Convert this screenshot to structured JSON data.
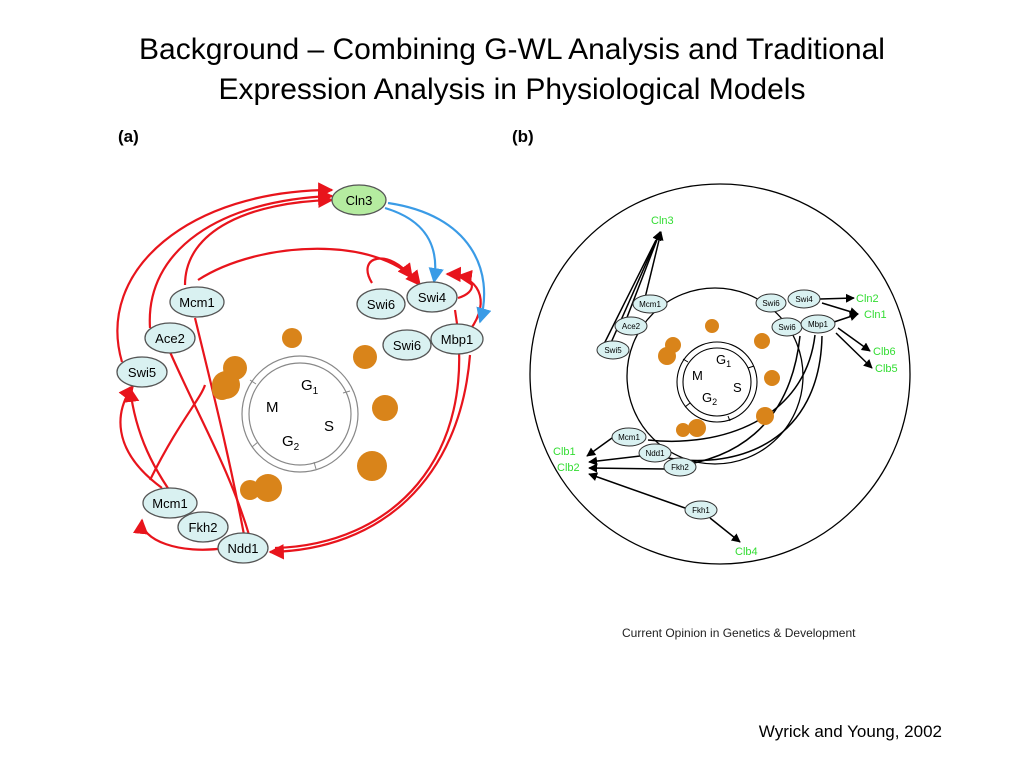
{
  "title": {
    "line1": "Background – Combining G-WL Analysis and Traditional",
    "line2": "Expression Analysis in Physiological Models"
  },
  "panel_a": {
    "label": "(a)",
    "nodes": {
      "cln3": "Cln3",
      "mcm1_top": "Mcm1",
      "ace2": "Ace2",
      "swi5": "Swi5",
      "swi6_top": "Swi6",
      "swi4": "Swi4",
      "swi6_bottom": "Swi6",
      "mbp1": "Mbp1",
      "mcm1_bottom": "Mcm1",
      "fkh2": "Fkh2",
      "ndd1": "Ndd1"
    },
    "cycle": {
      "g1": "G",
      "g1_sub": "1",
      "s": "S",
      "g2": "G",
      "g2_sub": "2",
      "m": "M"
    }
  },
  "panel_b": {
    "label": "(b)",
    "nodes": {
      "mcm1_top": "Mcm1",
      "ace2": "Ace2",
      "swi5": "Swi5",
      "swi6_top": "Swi6",
      "swi4": "Swi4",
      "swi6_bottom": "Swi6",
      "mbp1": "Mbp1",
      "mcm1_bottom": "Mcm1",
      "ndd1": "Ndd1",
      "fkh2": "Fkh2",
      "fkh1": "Fkh1"
    },
    "targets": {
      "cln3": "Cln3",
      "cln2": "Cln2",
      "cln1": "Cln1",
      "clb6": "Clb6",
      "clb5": "Clb5",
      "clb1": "Clb1",
      "clb2": "Clb2",
      "clb4": "Clb4"
    },
    "cycle": {
      "g1": "G",
      "g1_sub": "1",
      "s": "S",
      "g2": "G",
      "g2_sub": "2",
      "m": "M"
    }
  },
  "source_credit": "Current Opinion in Genetics & Development",
  "citation": "Wyrick and Young, 2002",
  "colors": {
    "red_arrow": "#e8141c",
    "blue_arrow": "#3a9be6",
    "node_fill": "#d9f1f1",
    "cln3_fill": "#b5eca0",
    "blob": "#d9841a",
    "target_text": "#33dd33"
  }
}
